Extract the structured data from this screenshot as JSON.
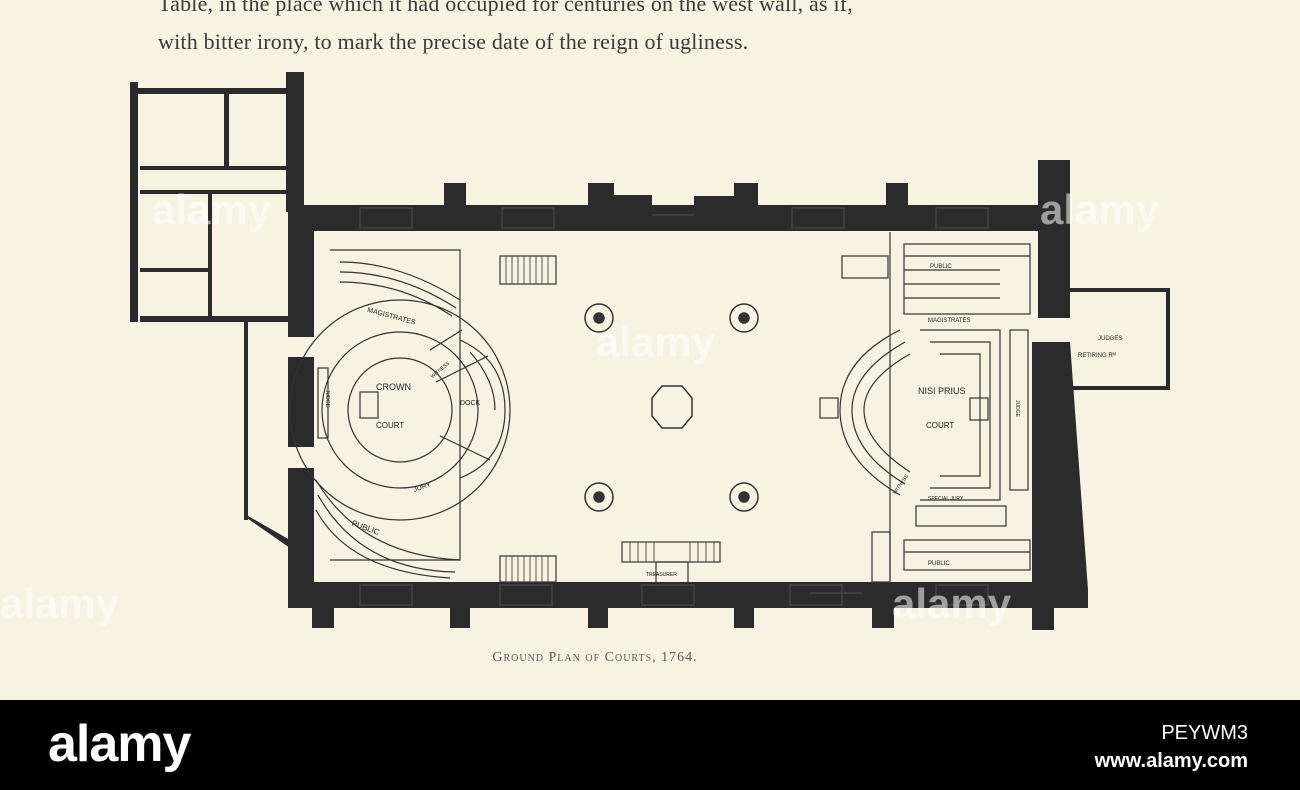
{
  "body_text": {
    "line1": "Table, in the place which it had occupied for centuries on the west wall, as if,",
    "line2": "with bitter irony, to mark the precise date of the reign of ugliness."
  },
  "figure": {
    "caption": "Ground Plan of Courts, 1764.",
    "labels": {
      "magistrates_left": "MAGISTRATES",
      "crown": "CROWN",
      "court_left": "COURT",
      "witness_left": "WITNESS",
      "dock": "DOCK",
      "judge_left": "JUDGE",
      "jury": "JURY",
      "public_left_bottom": "PUBLIC",
      "public_right_top": "PUBLIC",
      "magistrates_right": "MAGISTRATES",
      "nisi_prius": "NISI PRIUS",
      "court_right": "COURT",
      "witness_right": "WITNESS",
      "judge_right": "JUDGE",
      "special_jury": "SPECIAL JURY",
      "public_right_bottom": "PUBLIC",
      "treasurer": "TREASURER",
      "judges": "JUDGES",
      "retiring_rm": "RETIRING Rᴹ"
    }
  },
  "watermark": {
    "text": "alamy"
  },
  "footer": {
    "logo": "alamy",
    "image_id": "PEYWM3",
    "url": "www.alamy.com"
  }
}
